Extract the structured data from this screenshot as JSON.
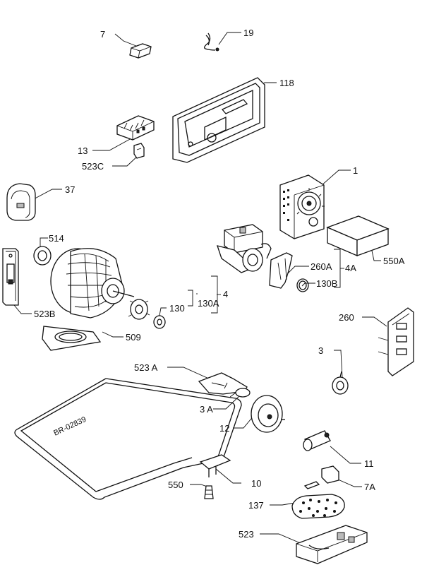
{
  "labels": {
    "l7": "7",
    "l19": "19",
    "l118": "118",
    "l13": "13",
    "l523c": "523C",
    "l1": "1",
    "l37": "37",
    "l514": "514",
    "l260a": "260A",
    "l4a": "4A",
    "l550a": "550A",
    "l130b": "130B",
    "l130a": "130A",
    "l130": "130",
    "l4": "4",
    "l523b": "523B",
    "l509": "509",
    "l260": "260",
    "l3": "3",
    "l523a": "523 A",
    "l3a": "3 A",
    "l12": "12",
    "l11": "11",
    "l10": "10",
    "l550": "550",
    "l7a": "7A",
    "l137": "137",
    "l523": "523"
  },
  "handwritten_note": "BR-02839"
}
